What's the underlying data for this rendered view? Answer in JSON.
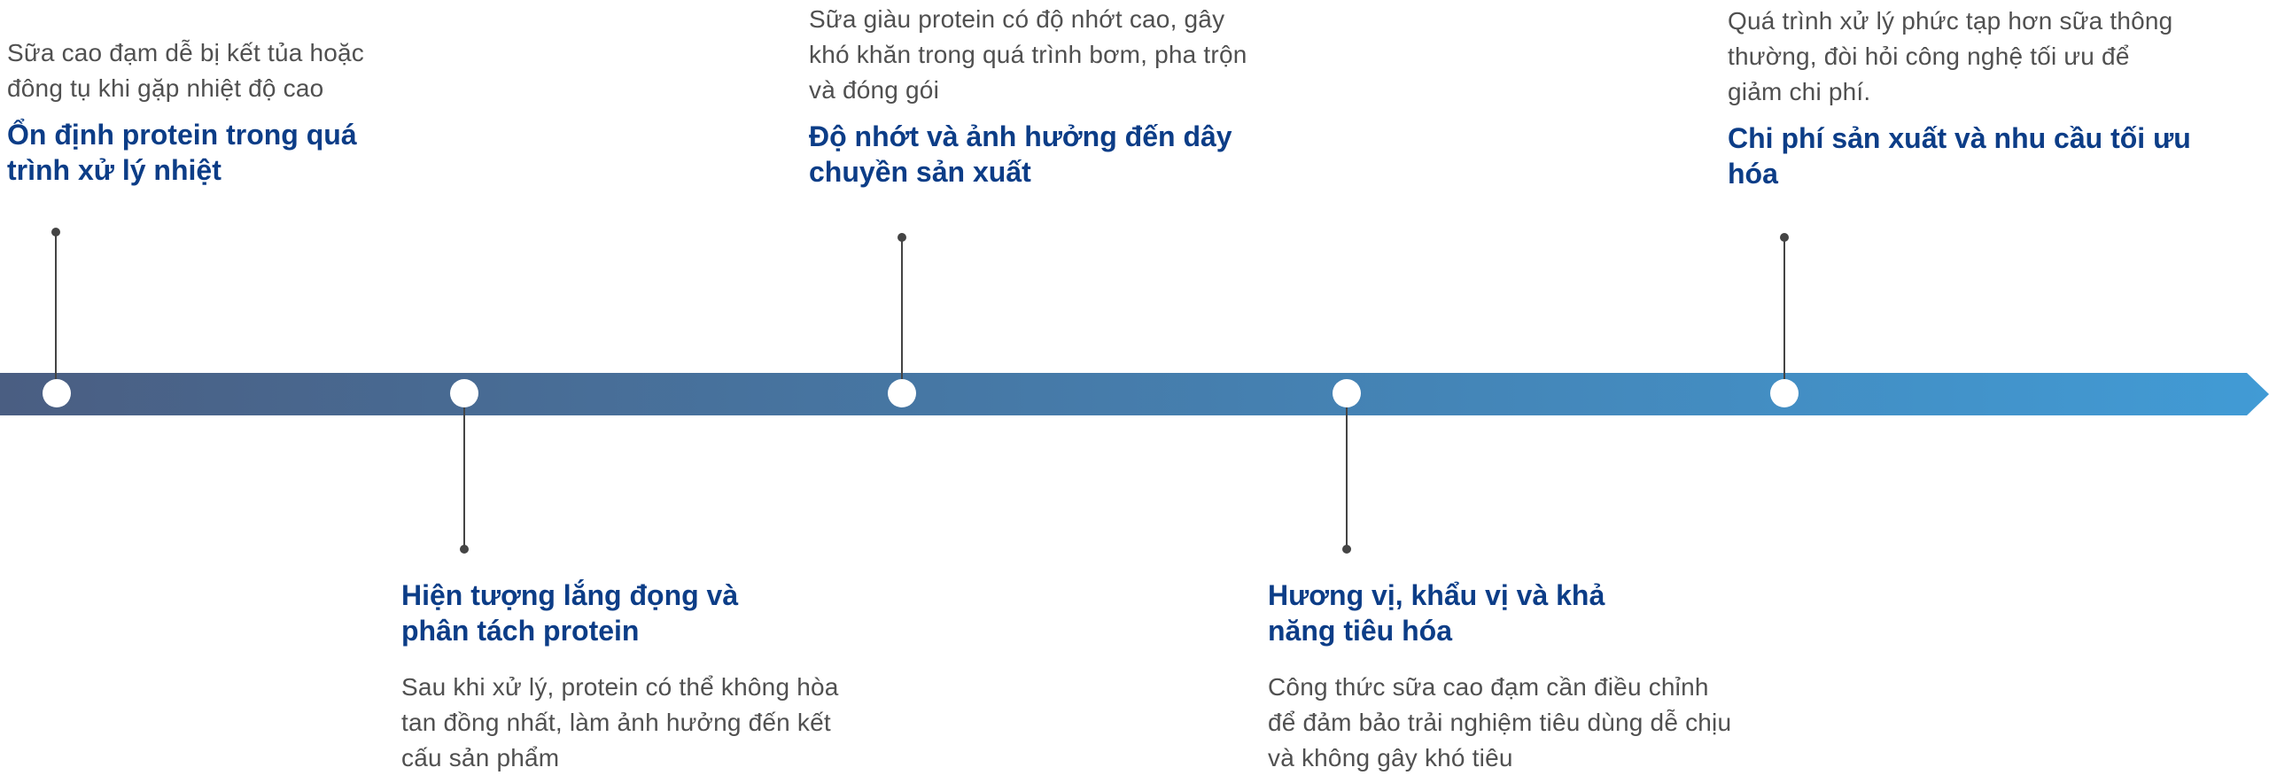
{
  "colors": {
    "band_start": "#4a5e82",
    "band_end": "#419bd5",
    "title": "#0c3d87",
    "description": "#505050",
    "connector": "#444444",
    "node": "#ffffff"
  },
  "milestones": [
    {
      "title": "Ổn định protein trong quá trình xử lý nhiệt",
      "description": "Sữa cao đạm dễ bị kết tủa hoặc đông tụ khi gặp nhiệt độ cao"
    },
    {
      "title": "Hiện tượng lắng đọng và phân tách protein",
      "description": "Sau khi xử lý, protein có thể không hòa tan đồng nhất, làm ảnh hưởng đến kết cấu sản phẩm"
    },
    {
      "title": "Độ nhớt và ảnh hưởng đến dây chuyền sản xuất",
      "description": "Sữa giàu protein có độ nhớt cao, gây khó khăn trong quá trình bơm, pha trộn và đóng gói"
    },
    {
      "title": "Hương vị, khẩu vị và khả năng tiêu hóa",
      "description": "Công thức sữa cao đạm cần điều chỉnh để đảm bảo trải nghiệm tiêu dùng dễ chịu và không gây khó tiêu"
    },
    {
      "title": "Chi phí sản xuất và nhu cầu tối ưu hóa",
      "description": "Quá trình xử lý phức tạp hơn sữa thông thường, đòi hỏi công nghệ tối ưu để giảm chi phí."
    }
  ]
}
